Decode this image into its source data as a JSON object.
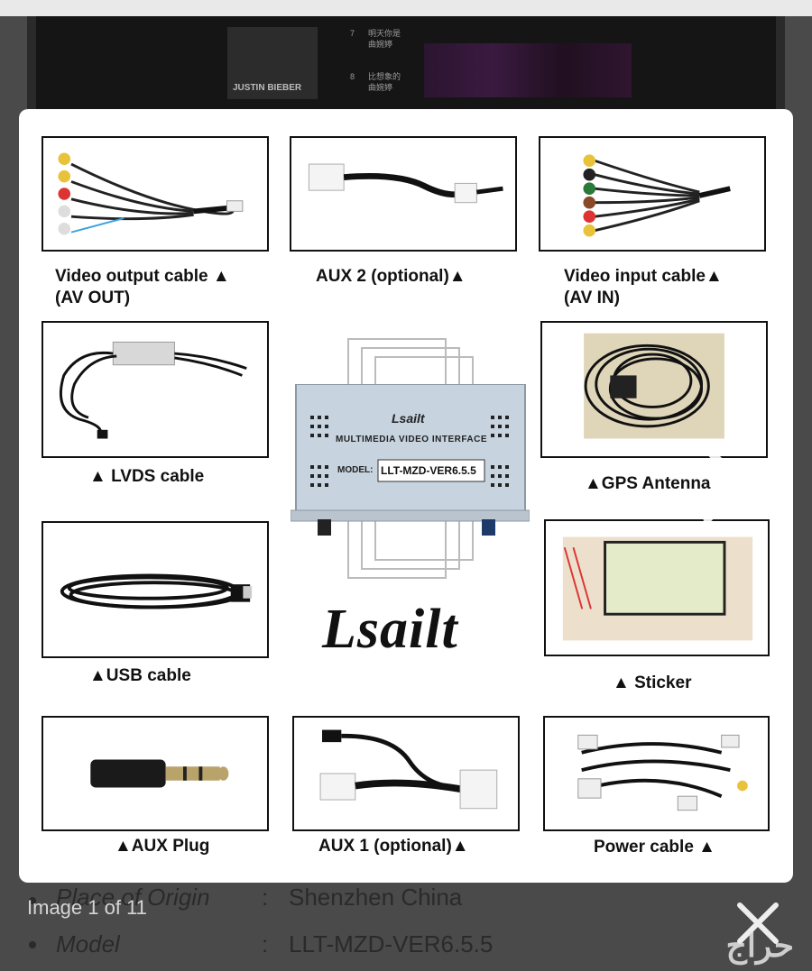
{
  "background": {
    "songs": [
      {
        "num": "7",
        "title": "明天你是",
        "artist": "曲婉婷"
      },
      {
        "num": "8",
        "title": "比想象的",
        "artist": "曲婉婷"
      }
    ],
    "album_text": "JUSTIN BIEBER"
  },
  "lightbox": {
    "image_counter": "Image 1 of 11",
    "next_icon": "chevron-right-icon",
    "close_icon": "close-icon"
  },
  "product_image": {
    "brand": "Lsailt",
    "device_brand": "Lsailt",
    "device_title": "MULTIMEDIA  VIDEO INTERFACE",
    "model_label": "MODEL:",
    "model_value": "LLT-MZD-VER6.5.5",
    "items": [
      {
        "label_line1": "Video output cable ▲",
        "label_line2": "(AV OUT)"
      },
      {
        "label_line1": "AUX 2 (optional)▲"
      },
      {
        "label_line1": "Video input cable▲",
        "label_line2": "(AV IN)"
      },
      {
        "label_line1": "▲ LVDS cable"
      },
      {
        "label_line1": "▲GPS Antenna"
      },
      {
        "label_line1": "▲USB cable"
      },
      {
        "label_line1": "▲ Sticker"
      },
      {
        "label_line1": "▲AUX Plug"
      },
      {
        "label_line1": "AUX 1 (optional)▲"
      },
      {
        "label_line1": "Power cable ▲"
      }
    ]
  },
  "specs": [
    {
      "key": "Place of Origin",
      "value": "Shenzhen China"
    },
    {
      "key": "Model",
      "value": "LLT-MZD-VER6.5.5"
    }
  ],
  "watermark_text": "حراج"
}
